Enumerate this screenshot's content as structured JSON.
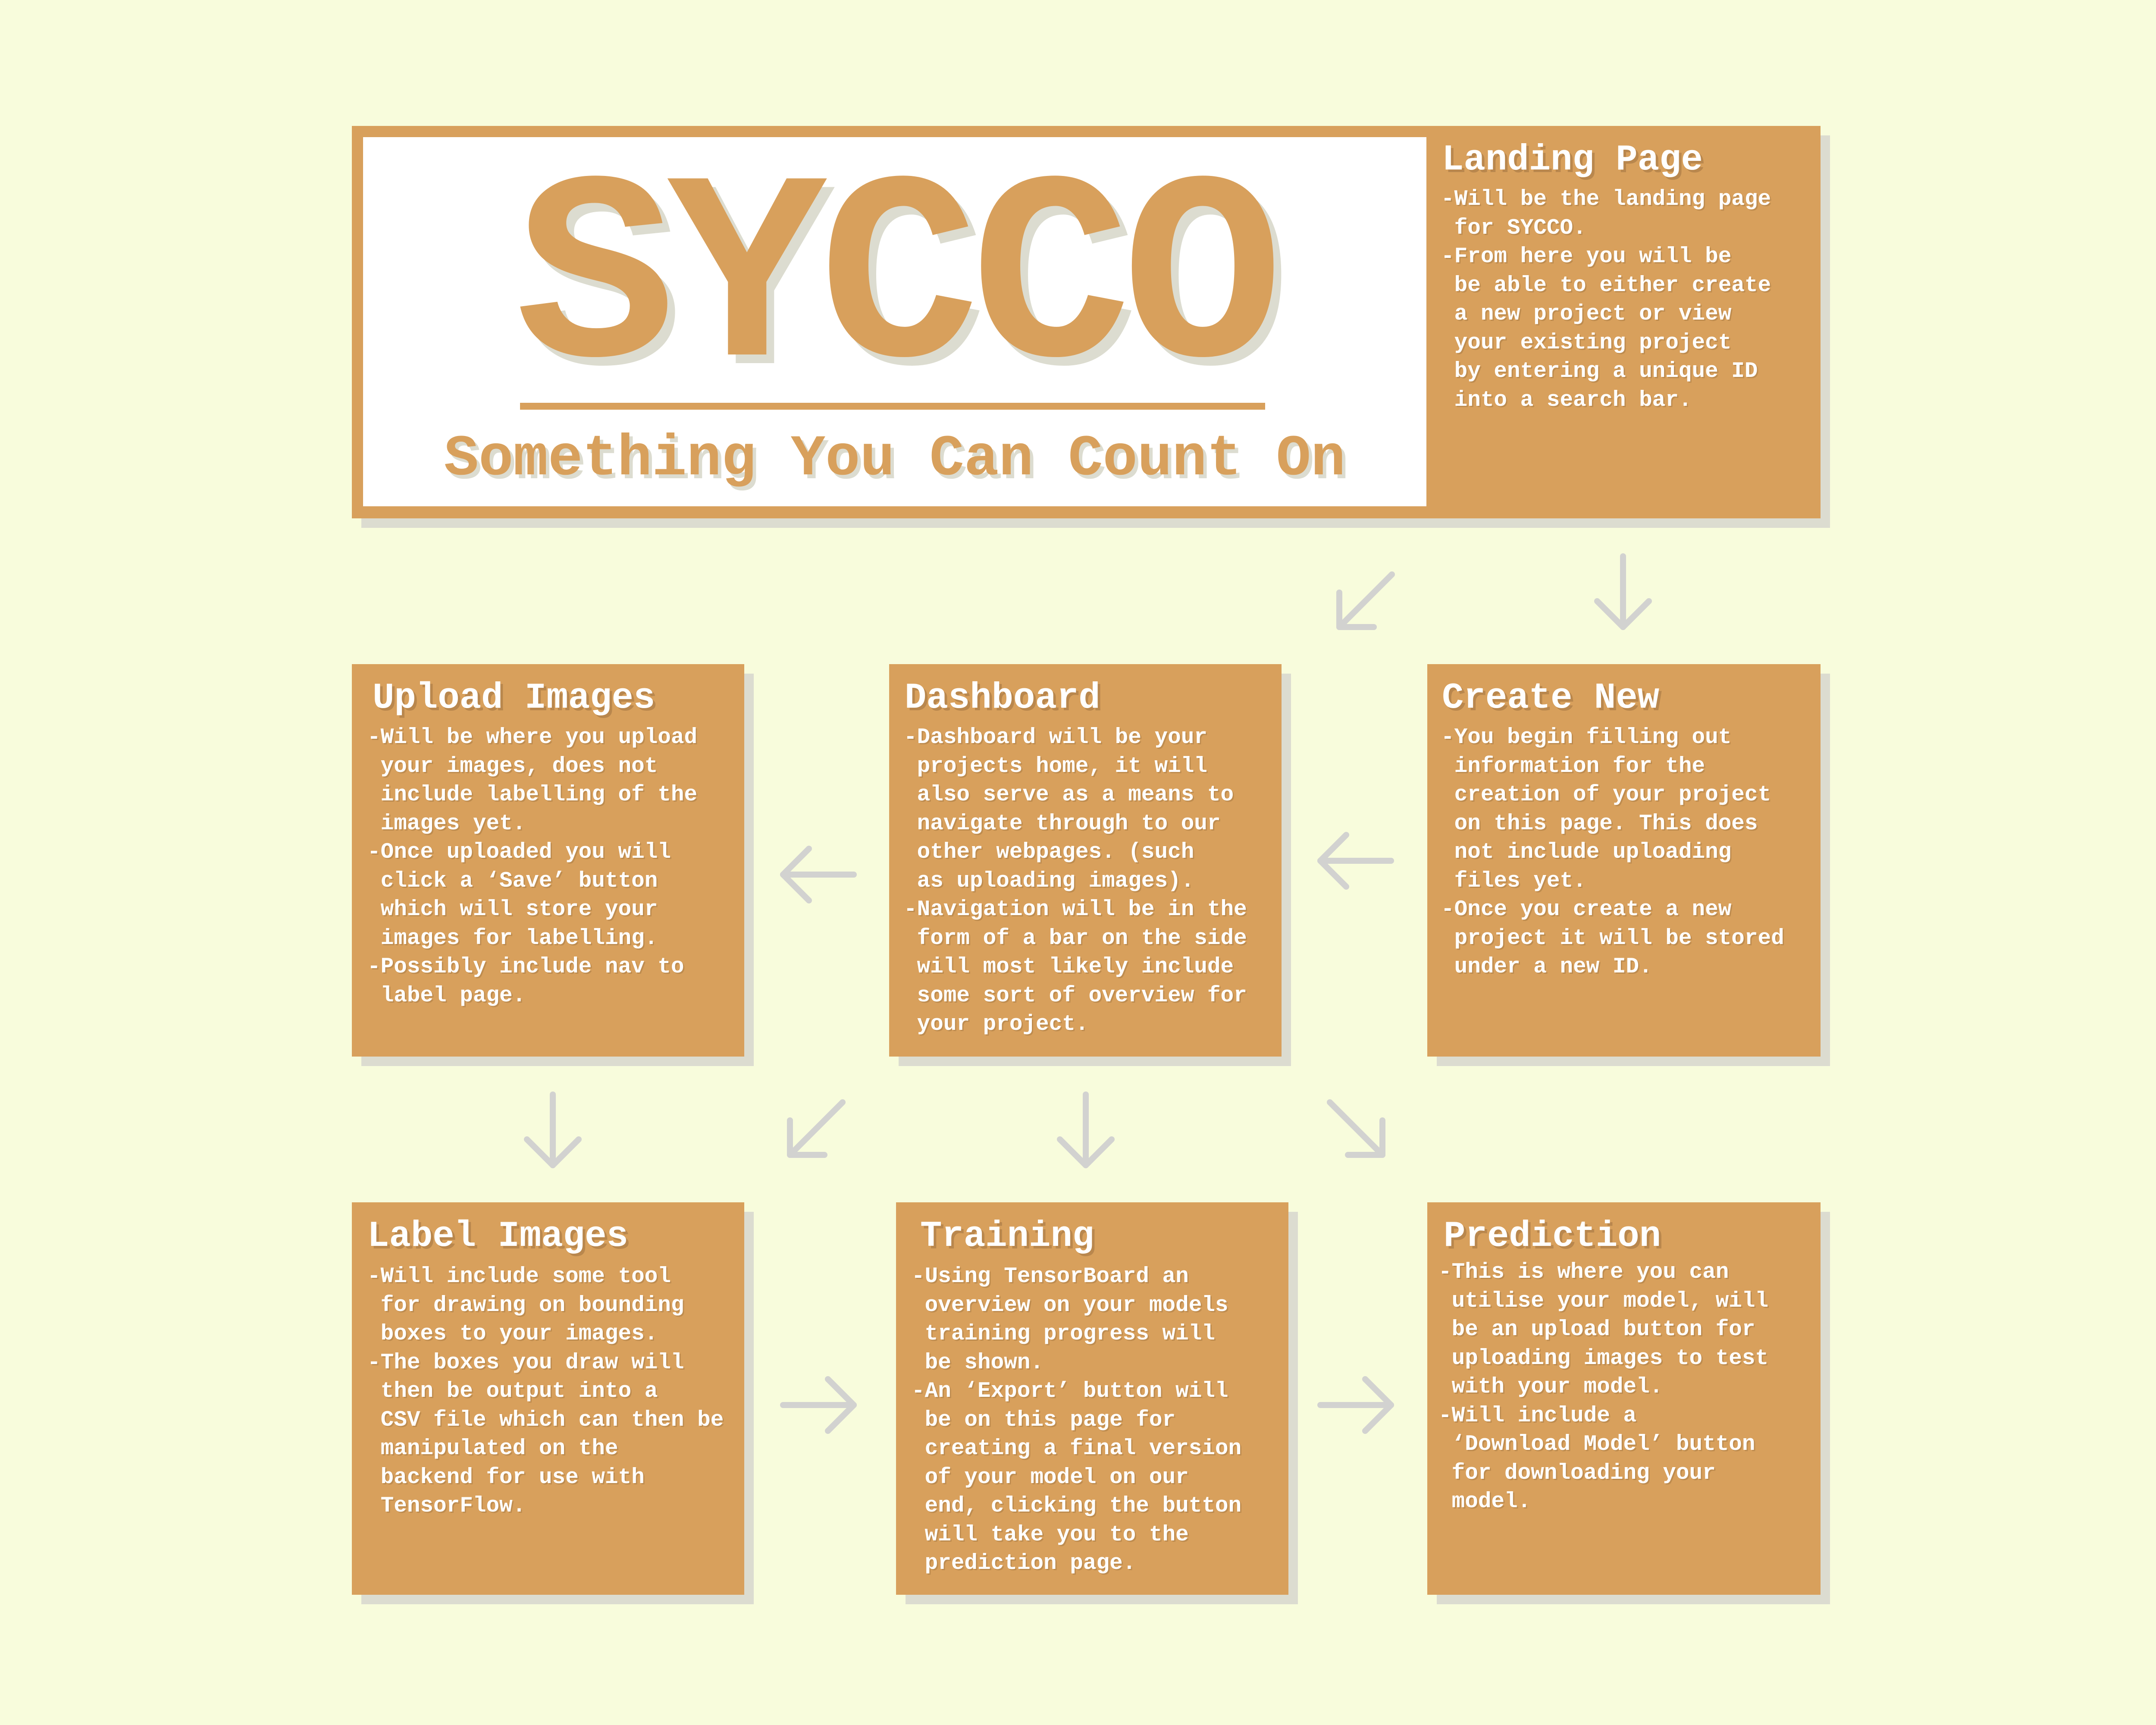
{
  "logo": {
    "title": "SYCCO",
    "tagline": "Something You Can Count On"
  },
  "cards": {
    "landing": {
      "title": "Landing Page",
      "body": "-Will be the landing page\n for SYCCO.\n-From here you will be\n be able to either create\n a new project or view\n your existing project\n by entering a unique ID\n into a search bar."
    },
    "upload": {
      "title": "Upload Images",
      "body": "-Will be where you upload\n your images, does not\n include labelling of the\n images yet.\n-Once uploaded you will\n click a ‘Save’ button\n which will store your\n images for labelling.\n-Possibly include nav to\n label page."
    },
    "dashboard": {
      "title": "Dashboard",
      "body": "-Dashboard will be your\n projects home, it will\n also serve as a means to\n navigate through to our\n other webpages. (such\n as uploading images).\n-Navigation will be in the\n form of a bar on the side\n will most likely include\n some sort of overview for\n your project."
    },
    "create": {
      "title": "Create New",
      "body": "-You begin filling out\n information for the\n creation of your project\n on this page. This does\n not include uploading\n files yet.\n-Once you create a new\n project it will be stored\n under a new ID."
    },
    "label": {
      "title": "Label Images",
      "body": "-Will include some tool\n for drawing on bounding\n boxes to your images.\n-The boxes you draw will\n then be output into a\n CSV file which can then be\n manipulated on the\n backend for use with\n TensorFlow."
    },
    "training": {
      "title": "Training",
      "body": "-Using TensorBoard an\n overview on your models\n training progress will\n be shown.\n-An ‘Export’ button will\n be on this page for\n creating a final version\n of your model on our\n end, clicking the button\n will take you to the\n prediction page."
    },
    "prediction": {
      "title": "Prediction",
      "body": "-This is where you can\n utilise your model, will\n be an upload button for\n uploading images to test\n with your model.\n-Will include a\n ‘Download Model’ button\n for downloading your\n model."
    }
  },
  "colors": {
    "background": "#f8fcdc",
    "card": "#d8a05c",
    "shadow": "#dcdcd0",
    "arrow": "#d2d2d0",
    "text": "#ffffff"
  }
}
